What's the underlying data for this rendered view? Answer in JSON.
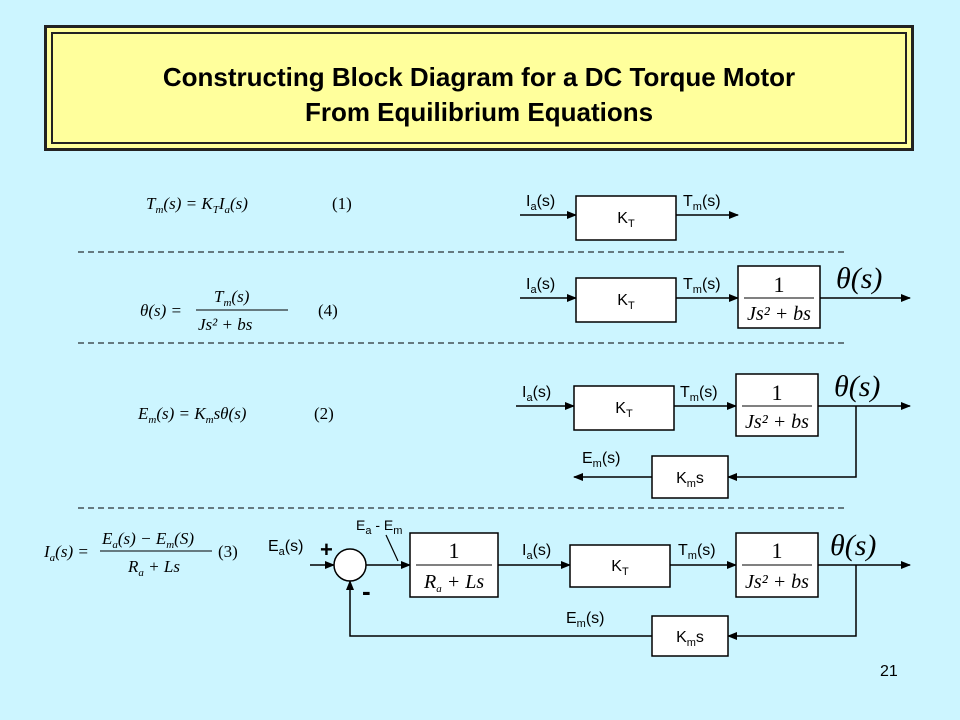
{
  "title": {
    "line1": "Constructing Block Diagram for a DC Torque Motor",
    "line2": "From Equilibrium Equations"
  },
  "page_number": "21",
  "equations": {
    "eq1": {
      "lhs": "T",
      "lhs_sub": "m",
      "arg": "(s) = ",
      "rhs": "K",
      "rhs_sub": "T",
      "rhs2": "I",
      "rhs2_sub": "a",
      "rhs_arg": "(s)",
      "tag": "(1)"
    },
    "eq4": {
      "lhs": "θ(s) =",
      "num": "T",
      "num_sub": "m",
      "num_arg": "(s)",
      "den": "Js² + bs",
      "tag": "(4)"
    },
    "eq2": {
      "lhs": "E",
      "lhs_sub": "m",
      "arg": "(s) = ",
      "rhs": "K",
      "rhs_sub": "m",
      "rhs2": "sθ(s)",
      "tag": "(2)"
    },
    "eq3": {
      "lhs": "I",
      "lhs_sub": "a",
      "arg": "(s) =",
      "num_a": "E",
      "num_a_sub": "a",
      "num_mid": "(s) − ",
      "num_b": "E",
      "num_b_sub": "m",
      "num_end": "(S)",
      "den_a": "R",
      "den_a_sub": "a",
      "den_end": " + Ls",
      "tag": "(3)"
    }
  },
  "signals": {
    "ia": {
      "main": "I",
      "sub": "a",
      "tail": "(s)"
    },
    "tm": {
      "main": "T",
      "sub": "m",
      "tail": "(s)"
    },
    "em": {
      "main": "E",
      "sub": "m",
      "tail": "(s)"
    },
    "ea": {
      "main": "E",
      "sub": "a",
      "tail": "(s)"
    },
    "err": {
      "a": "E",
      "a_sub": "a",
      "mid": " - E",
      "b_sub": "m"
    },
    "theta": "θ(s)"
  },
  "blocks": {
    "kt": {
      "main": "K",
      "sub": "T"
    },
    "kms": {
      "main": "K",
      "sub": "m",
      "tail": "s"
    },
    "motor": {
      "num": "1",
      "den": "Js² + bs"
    },
    "elec": {
      "num": "1",
      "den_a": "R",
      "den_a_sub": "a",
      "den_end": " + Ls"
    }
  },
  "summing": {
    "plus": "+",
    "minus": "-"
  }
}
